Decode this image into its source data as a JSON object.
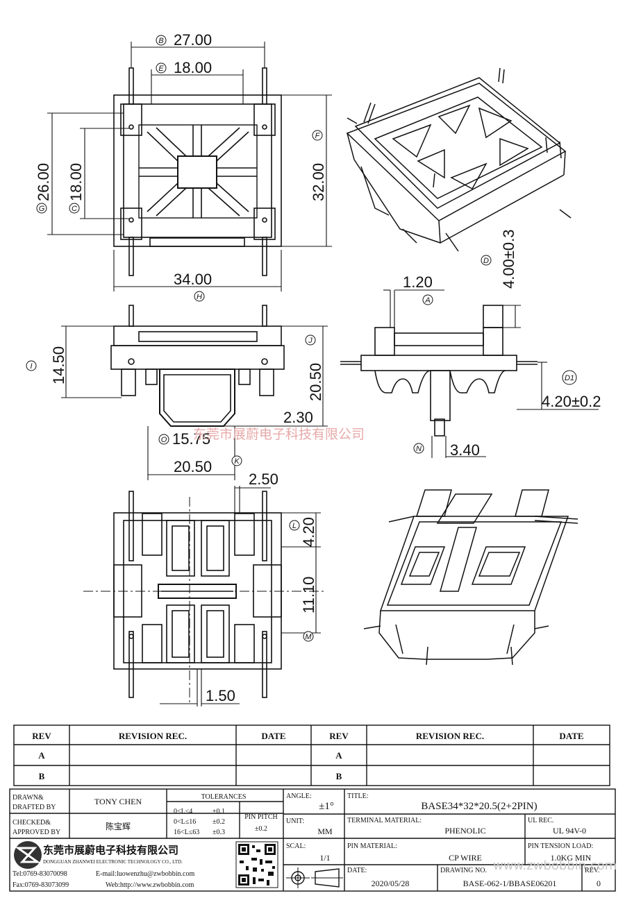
{
  "watermark": "东莞市展蔚电子科技有限公司",
  "watermark_url": "www.zwbobbin.com",
  "dimensions": {
    "top_width": "27.00",
    "top_inner_width": "18.00",
    "left_height": "26.00",
    "left_inner_height": "18.00",
    "right_height": "32.00",
    "bottom_width": "34.00",
    "side_height": "14.50",
    "side_right_height": "20.50",
    "side_step": "2.30",
    "side_diameter": "15.75",
    "side_bottom_width": "20.50",
    "pin_thickness": "1.20",
    "pin_length": "4.00±0.3",
    "pin_offset": "4.20±0.2",
    "pin_foot": "3.40",
    "bottom_step": "2.50",
    "bottom_l": "4.20",
    "bottom_m": "11.10",
    "bottom_pin": "1.50"
  },
  "circle_labels": {
    "top_width": "B",
    "top_inner_width": "E",
    "left_height": "G",
    "left_inner_height": "C",
    "right_height": "F",
    "bottom_width": "H",
    "side_height": "I",
    "side_right_height": "J",
    "side_diameter": "O",
    "side_bottom_width": "K",
    "pin_thickness": "A",
    "pin_length": "D",
    "pin_offset": "D1",
    "pin_foot": "N",
    "bottom_l": "L",
    "bottom_m": "M"
  },
  "revision_table": {
    "headers": [
      "REV",
      "REVISION REC.",
      "DATE",
      "REV",
      "REVISION REC.",
      "DATE"
    ],
    "rows": [
      [
        "A",
        "",
        "",
        "A",
        "",
        ""
      ],
      [
        "B",
        "",
        "",
        "B",
        "",
        ""
      ]
    ]
  },
  "title_block": {
    "drawn_label_1": "DRAWN&",
    "drawn_label_2": "DRAFTED BY",
    "drawn_value": "TONY CHEN",
    "checked_label_1": "CHECKED&",
    "checked_label_2": "APPROVED BY",
    "checked_value": "陈宝辉",
    "tolerances_label": "TOLERANCES",
    "tol_rows": [
      [
        "0<L≤4",
        "±0.1"
      ],
      [
        "0<L≤16",
        "±0.2"
      ],
      [
        "16<L≤63",
        "±0.3"
      ]
    ],
    "pin_pitch_label_1": "PIN PITCH",
    "pin_pitch_value": "±0.2",
    "angle_label": "ANGLE:",
    "angle_value": "±1°",
    "unit_label": "UNIT:",
    "unit_value": "MM",
    "scale_label": "SCAL:",
    "scale_value": "1/1",
    "title_label": "TITLE:",
    "title_value": "BASE34*32*20.5(2+2PIN)",
    "terminal_label": "TERMINAL MATERIAL:",
    "terminal_value": "PHENOLIC",
    "ul_label": "UL REC.",
    "ul_value": "UL 94V-0",
    "pin_material_label": "PIN MATERIAL:",
    "pin_material_value": "CP WIRE",
    "tension_label": "PIN TENSION LOAD:",
    "tension_value": "1.0KG MIN",
    "date_label": "DATE:",
    "date_value": "2020/05/28",
    "drawing_label": "DRAWING NO.",
    "drawing_value": "BASE-062-1/BBASE06201",
    "rev_label": "REV.",
    "rev_value": "0",
    "company_cn": "东莞市展蔚电子科技有限公司",
    "company_en": "DONGGUAN ZHANWEI ELECTRONIC TECHNOLOGY CO., LTD.",
    "tel": "Tel:0769-83070098",
    "email": "E-mail:luowenzhu@zwbobbin.com",
    "fax": "Fax:0769-83073099",
    "web": "Web:http://www.zwbobbin.com",
    "logo_text": "ZW"
  }
}
